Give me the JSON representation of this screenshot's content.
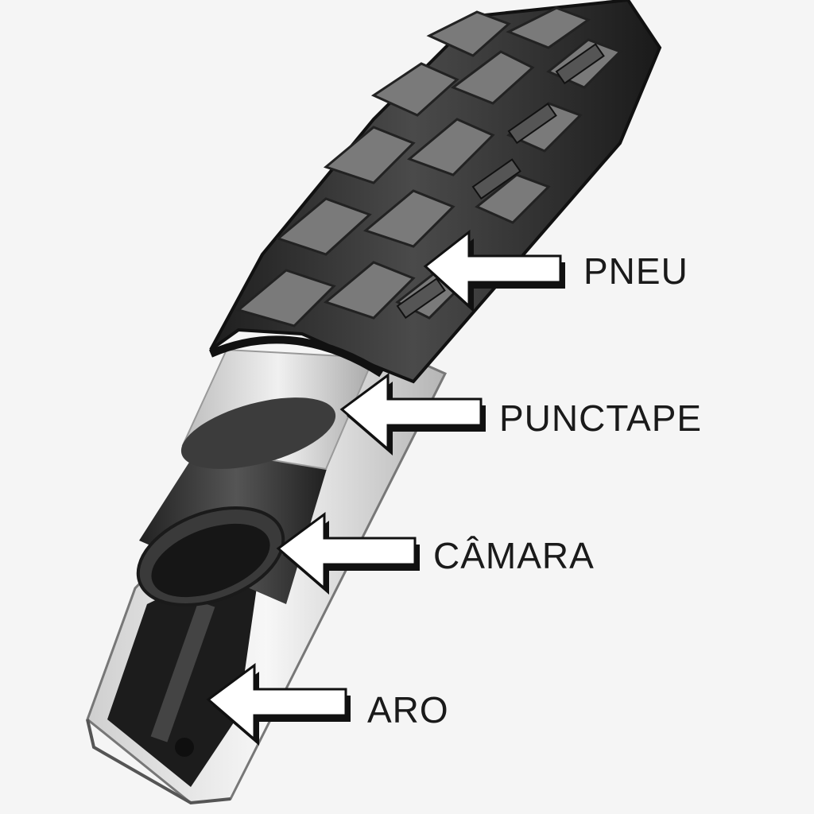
{
  "diagram": {
    "labels": {
      "pneu": "PNEU",
      "punctape": "PUNCTAPE",
      "camara": "CÂMARA",
      "aro": "ARO"
    },
    "colors": {
      "background": "#f5f5f5",
      "tire": "#3a3a3a",
      "tread_block": "#6b6b6b",
      "punctape": "#d9d9d9",
      "tube": "#2e2e2e",
      "rim": "#9a9a9a",
      "arrow_fill": "#ffffff",
      "arrow_stroke": "#111111"
    },
    "icons": [
      "arrow-pneu-icon",
      "arrow-punctape-icon",
      "arrow-camara-icon",
      "arrow-aro-icon"
    ]
  }
}
